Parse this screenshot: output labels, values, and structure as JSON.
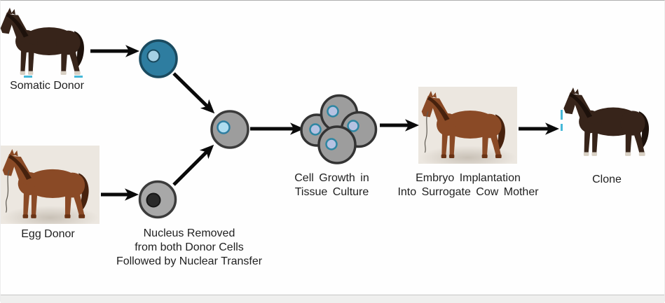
{
  "steps": {
    "somatic_donor": {
      "label": "Somatic Donor"
    },
    "egg_donor": {
      "label": "Egg Donor"
    },
    "nuclear_transfer": {
      "lines": [
        "Nucleus Removed",
        "from both Donor Cells",
        "Followed by Nuclear Transfer"
      ]
    },
    "cell_growth": {
      "lines": [
        "Cell Growth in",
        "Tissue Culture"
      ]
    },
    "embryo_implantation": {
      "lines": [
        "Embryo Implantation",
        "Into Surrogate Cow Mother"
      ]
    },
    "clone": {
      "label": "Clone"
    }
  },
  "colors": {
    "somatic_cell_fill": "#2e7da0",
    "somatic_cell_border": "#1a4a5f",
    "somatic_nucleus_fill": "#a5d0e4",
    "somatic_nucleus_ring": "#1a4a5f",
    "egg_cell_fill": "#a8a8a8",
    "egg_cell_border": "#3b3b3b",
    "egg_nucleus_fill": "#2a2a2a",
    "egg_nucleus_ring": "#161616",
    "fused_cell_fill": "#9d9d9d",
    "fused_cell_border": "#3b3b3b",
    "fused_nucleus_fill": "#aedcf0",
    "fused_nucleus_ring": "#2e7da0",
    "cluster_cell_fill": "#9d9d9d",
    "cluster_cell_border": "#333333",
    "cluster_nucleus_fill": "#b6c2e2",
    "cluster_nucleus_ring": "#2e86a2",
    "arrow_color": "#0a0a0a",
    "dark_horse_coat": "#37241a",
    "chestnut_horse_coat": "#8a4a26",
    "photo_background": "#ece7e0",
    "label_text": "#1f1f1f",
    "artifact_cyan": "#45b8d8"
  }
}
